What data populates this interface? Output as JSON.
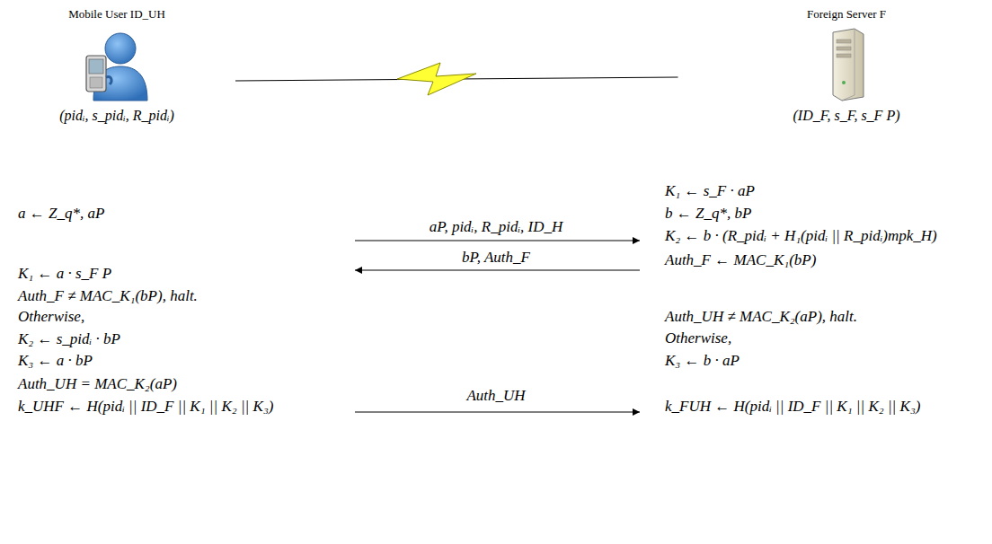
{
  "diagram": {
    "nodes": [
      {
        "text": [
          "Mobile User ID_UH",
          "(pidᵢ, s_pidᵢ, R_pidᵢ)"
        ]
      },
      {
        "text": [
          "Foreign Server F",
          "(ID_F, s_F, s_F P)"
        ]
      }
    ],
    "edges": [
      {
        "from": 0,
        "to": 1,
        "arrow": "none"
      }
    ],
    "labels": [
      "a ← Z_q*, aP",
      "K₁ ← s_F · aP",
      "aP, pidᵢ, R_pidᵢ, ID_H",
      "b ← Z_q*, bP",
      "K₂ ← b · (R_pidᵢ + H₁(pidᵢ || R_pidᵢ)mpk_H)",
      "bP, Auth_F",
      "Auth_F ← MAC_K₁(bP)",
      "K₁ ← a · s_F P",
      "Auth_F ≠ MAC_K₁(bP), halt.",
      "Otherwise,",
      "Auth_UH ≠ MAC_K₂(aP), halt.",
      "K₂ ← s_pidᵢ · bP",
      "Otherwise,",
      "K₃ ← a · bP",
      "K₃ ← b · aP",
      "Auth_UH = MAC_K₂(aP)",
      "Auth_UH",
      "k_UHF ← H(pidᵢ || ID_F || K₁ || K₂ || K₃)",
      "k_FUH ← H(pidᵢ || ID_F || K₁ || K₂ || K₃)"
    ]
  }
}
